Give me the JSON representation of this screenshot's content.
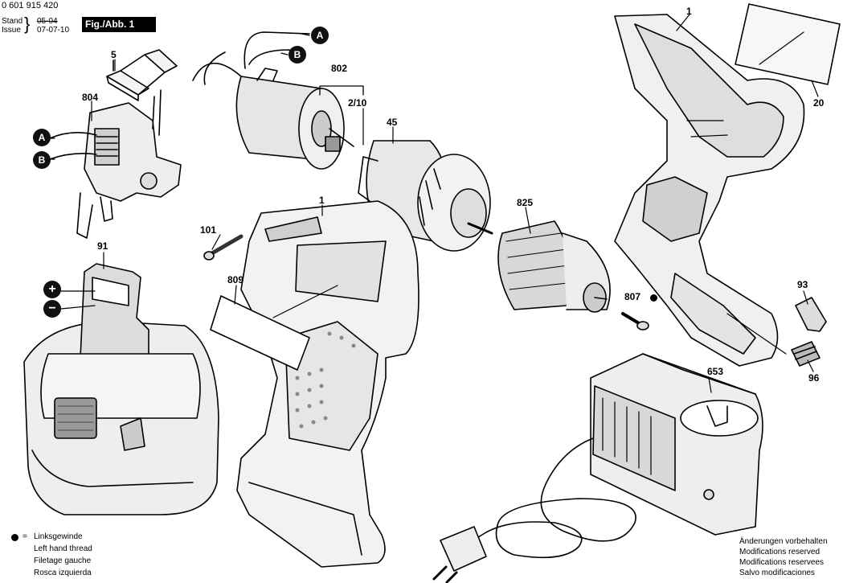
{
  "header": {
    "part_number": "0 601 915 420",
    "stand_label": "Stand",
    "issue_label": "Issue",
    "stand_value": "05-04",
    "issue_value": "07-07-10",
    "fig_label": "Fig./Abb. 1"
  },
  "callouts": {
    "p1_top": "1",
    "p1_mid": "1",
    "p5": "5",
    "p20": "20",
    "p45": "45",
    "p91": "91",
    "p93": "93",
    "p96": "96",
    "p101": "101",
    "p210": "2/10",
    "p653": "653",
    "p802": "802",
    "p804": "804",
    "p807": "807",
    "p809": "809",
    "p825": "825"
  },
  "wire_markers": {
    "a_top": "A",
    "b_top": "B",
    "a_left": "A",
    "b_left": "B",
    "plus": "+",
    "minus": "−"
  },
  "legend": {
    "equals": "=",
    "lines": [
      "Linksgewinde",
      "Left hand thread",
      "Filetage gauche",
      "Rosca izquierda"
    ]
  },
  "notice": {
    "lines": [
      "Änderungen vorbehalten",
      "Modifications reserved",
      "Modifications reservees",
      "Salvo modificaciones"
    ]
  }
}
